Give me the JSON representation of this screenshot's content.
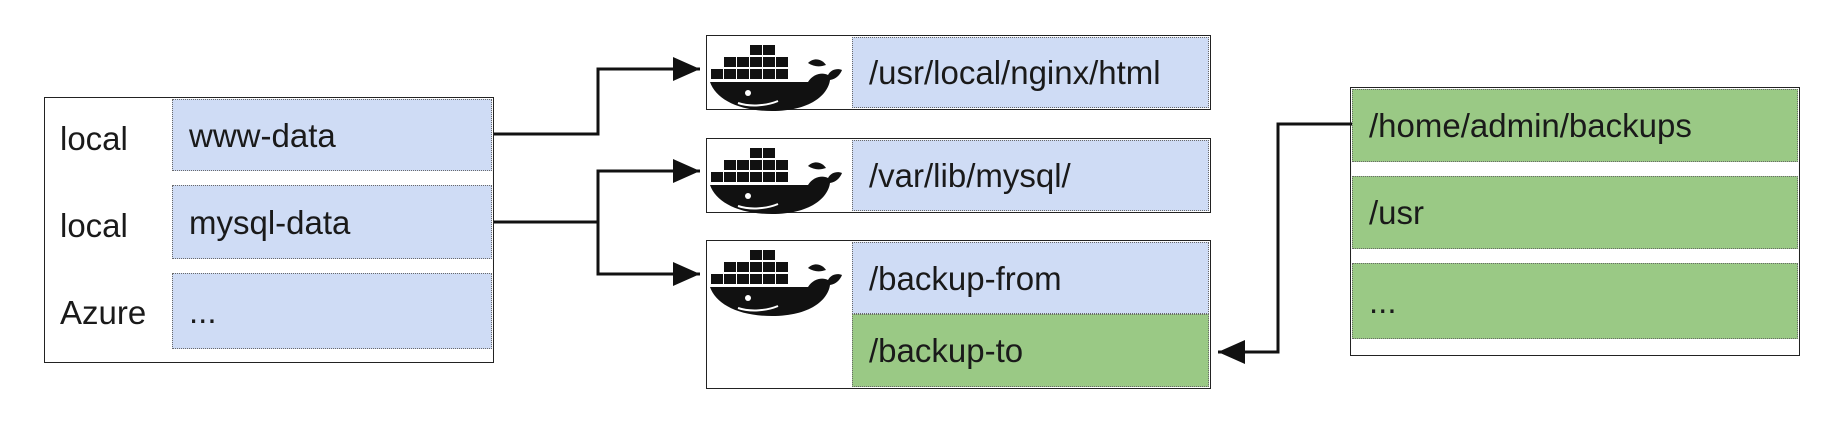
{
  "sources": [
    {
      "provider": "local",
      "volume": "www-data"
    },
    {
      "provider": "local",
      "volume": "mysql-data"
    },
    {
      "provider": "Azure",
      "volume": "..."
    }
  ],
  "containers": [
    {
      "icon": "docker-whale-icon",
      "mounts": [
        "/usr/local/nginx/html"
      ]
    },
    {
      "icon": "docker-whale-icon",
      "mounts": [
        "/var/lib/mysql/"
      ]
    },
    {
      "icon": "docker-whale-icon",
      "mounts": [
        "/backup-from",
        "/backup-to"
      ]
    }
  ],
  "host_paths": [
    "/home/admin/backups",
    "/usr",
    "..."
  ],
  "colors": {
    "volume_fill": "#cfdcf5",
    "host_path_fill": "#9ac985",
    "border": "#222222",
    "arrow": "#111111"
  }
}
